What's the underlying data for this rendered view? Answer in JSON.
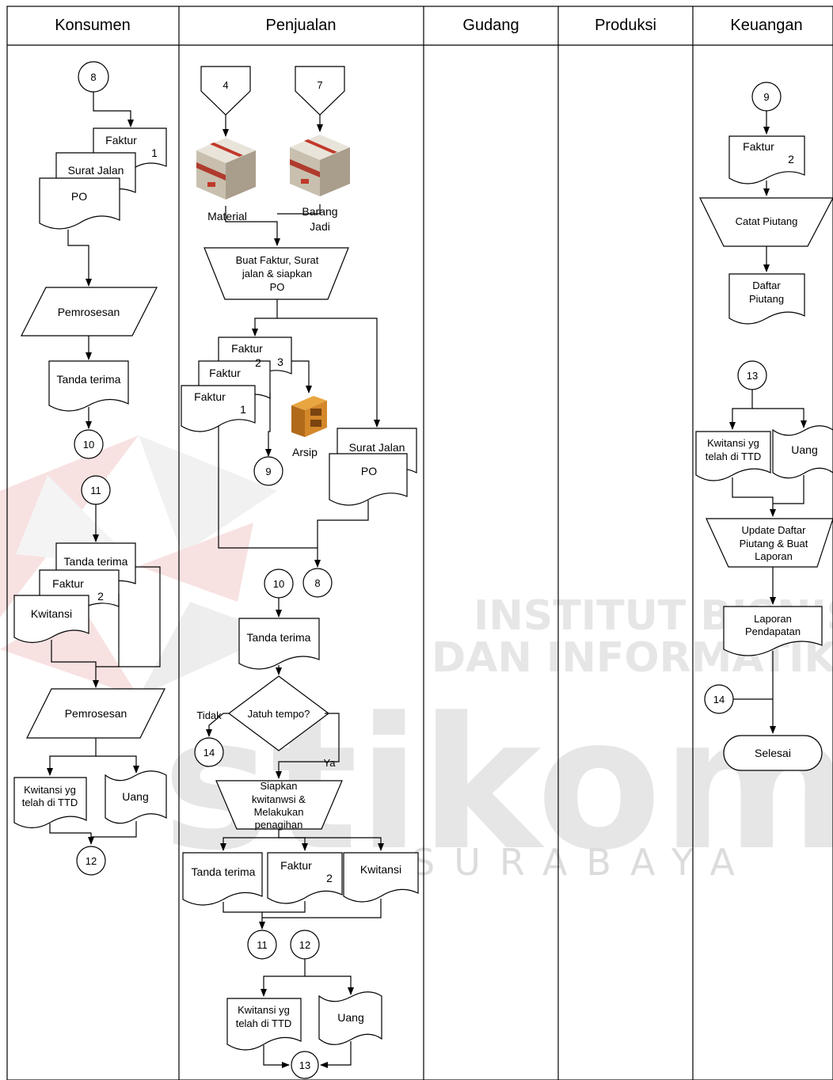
{
  "lanes": [
    "Konsumen",
    "Penjualan",
    "Gudang",
    "Produksi",
    "Keuangan"
  ],
  "watermark": {
    "line1": "INSTITUT BISNIS",
    "line2": "DAN INFORMATIKA",
    "brand": "stikom",
    "city": "SURABAYA"
  },
  "konsumen": {
    "conn_top": "8",
    "doc_faktur": "Faktur",
    "doc_faktur_num": "1",
    "doc_surat_jalan": "Surat Jalan",
    "doc_po": "PO",
    "process1": "Pemrosesan",
    "doc_tanda_terima": "Tanda terima",
    "conn_10": "10",
    "conn_11": "11",
    "doc_tanda_terima2": "Tanda terima",
    "doc_faktur2": "Faktur",
    "doc_faktur2_num": "2",
    "doc_kwitansi": "Kwitansi",
    "process2": "Pemrosesan",
    "doc_kwitansi_ttd_1": "Kwitansi yg",
    "doc_kwitansi_ttd_2": "telah di TTD",
    "doc_uang": "Uang",
    "conn_12": "12"
  },
  "penjualan": {
    "offpage_4": "4",
    "offpage_7": "7",
    "label_material": "Material",
    "label_barang": "Barang",
    "label_jadi": "Jadi",
    "manual_1": "Buat Faktur, Surat",
    "manual_2": "jalan & siapkan",
    "manual_3": "PO",
    "faktur": "Faktur",
    "num_3": "3",
    "num_2": "2",
    "num_1": "1",
    "arsip": "Arsip",
    "conn_9": "9",
    "doc_surat_jalan": "Surat Jalan",
    "doc_po": "PO",
    "conn_8": "8",
    "conn_10": "10",
    "doc_tanda_terima": "Tanda terima",
    "decision": "Jatuh tempo?",
    "tidak": "Tidak",
    "ya": "Ya",
    "conn_14": "14",
    "manual2_1": "Siapkan",
    "manual2_2": "kwitanwsi &",
    "manual2_3": "Melakukan",
    "manual2_4": "penagihan",
    "out_tanda_terima": "Tanda terima",
    "out_faktur": "Faktur",
    "out_faktur_num": "2",
    "out_kwitansi": "Kwitansi",
    "conn_11": "11",
    "conn_12": "12",
    "doc_kwitansi_ttd_1": "Kwitansi yg",
    "doc_kwitansi_ttd_2": "telah di TTD",
    "doc_uang": "Uang",
    "conn_13": "13"
  },
  "keuangan": {
    "conn_9": "9",
    "doc_faktur": "Faktur",
    "doc_faktur_num": "2",
    "manual_catat": "Catat Piutang",
    "doc_daftar_1": "Daftar",
    "doc_daftar_2": "Piutang",
    "conn_13": "13",
    "doc_kwitansi_ttd_1": "Kwitansi yg",
    "doc_kwitansi_ttd_2": "telah di TTD",
    "doc_uang": "Uang",
    "manual_update_1": "Update Daftar",
    "manual_update_2": "Piutang & Buat",
    "manual_update_3": "Laporan",
    "doc_laporan_1": "Laporan",
    "doc_laporan_2": "Pendapatan",
    "conn_14": "14",
    "terminator": "Selesai"
  }
}
